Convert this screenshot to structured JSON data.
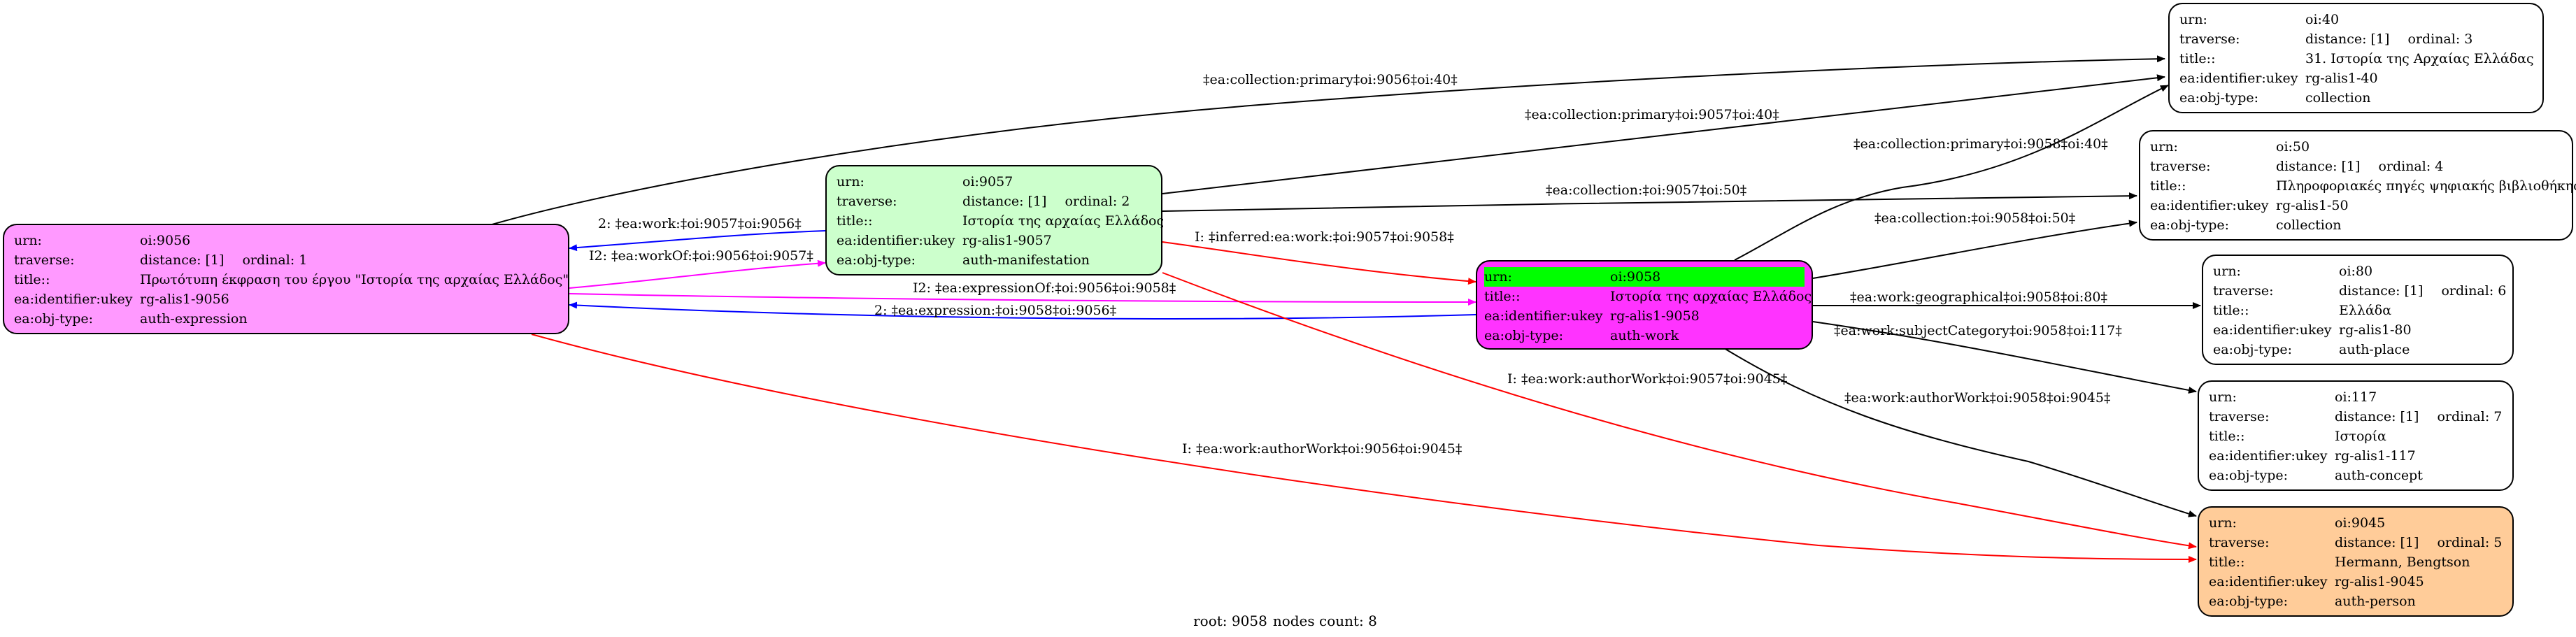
{
  "colors": {
    "blue": "#0000ff",
    "magenta": "#ff00ff",
    "red": "#ff0000",
    "black": "#000000",
    "highlight_green": "#00ff00"
  },
  "keys": {
    "urn": "urn:",
    "traverse": "traverse:",
    "title": "title::",
    "identifier": "ea:identifier:ukey",
    "objtype": "ea:obj-type:"
  },
  "nodes": {
    "n9056": {
      "urn": "oi:9056",
      "distance": "distance: [1]",
      "ordinal": "ordinal: 1",
      "title": "Πρωτότυπη έκφραση του έργου \"Ιστορία της αρχαίας Ελλάδος\"",
      "identifier": "rg-alis1-9056",
      "objtype": "auth-expression",
      "fill": "#ff99ff"
    },
    "n9057": {
      "urn": "oi:9057",
      "distance": "distance: [1]",
      "ordinal": "ordinal: 2",
      "title": "Ιστορία της αρχαίας Ελλάδος",
      "identifier": "rg-alis1-9057",
      "objtype": "auth-manifestation",
      "fill": "#ccffcc"
    },
    "n9058": {
      "urn": "oi:9058",
      "title": "Ιστορία της αρχαίας Ελλάδος",
      "identifier": "rg-alis1-9058",
      "objtype": "auth-work",
      "fill": "#ff33ff"
    },
    "n40": {
      "urn": "oi:40",
      "distance": "distance: [1]",
      "ordinal": "ordinal: 3",
      "title": "31. Ιστορία της Αρχαίας Ελλάδας",
      "identifier": "rg-alis1-40",
      "objtype": "collection",
      "fill": "#ffffff"
    },
    "n50": {
      "urn": "oi:50",
      "distance": "distance: [1]",
      "ordinal": "ordinal: 4",
      "title": "Πληροφοριακές πηγές ψηφιακής βιβλιοθήκης",
      "identifier": "rg-alis1-50",
      "objtype": "collection",
      "fill": "#ffffff"
    },
    "n80": {
      "urn": "oi:80",
      "distance": "distance: [1]",
      "ordinal": "ordinal: 6",
      "title": "Ελλάδα",
      "identifier": "rg-alis1-80",
      "objtype": "auth-place",
      "fill": "#ffffff"
    },
    "n117": {
      "urn": "oi:117",
      "distance": "distance: [1]",
      "ordinal": "ordinal: 7",
      "title": "Ιστορία",
      "identifier": "rg-alis1-117",
      "objtype": "auth-concept",
      "fill": "#ffffff"
    },
    "n9045": {
      "urn": "oi:9045",
      "distance": "distance: [1]",
      "ordinal": "ordinal: 5",
      "title": "Hermann, Bengtson",
      "identifier": "rg-alis1-9045",
      "objtype": "auth-person",
      "fill": "#ffcc99"
    }
  },
  "edges": {
    "e1": "‡ea:collection:primary‡oi:9056‡oi:40‡",
    "e2": "‡ea:collection:primary‡oi:9057‡oi:40‡",
    "e3": "‡ea:collection:primary‡oi:9058‡oi:40‡",
    "e4": "‡ea:collection:‡oi:9057‡oi:50‡",
    "e5": "‡ea:collection:‡oi:9058‡oi:50‡",
    "e6": "2: ‡ea:work:‡oi:9057‡oi:9056‡",
    "e7": "I2: ‡ea:workOf:‡oi:9056‡oi:9057‡",
    "e8": "I: ‡inferred:ea:work:‡oi:9057‡oi:9058‡",
    "e9": "I2: ‡ea:expressionOf:‡oi:9056‡oi:9058‡",
    "e10": "2: ‡ea:expression:‡oi:9058‡oi:9056‡",
    "e11": "‡ea:work:geographical‡oi:9058‡oi:80‡",
    "e12": "‡ea:work:subjectCategory‡oi:9058‡oi:117‡",
    "e13": "‡ea:work:authorWork‡oi:9058‡oi:9045‡",
    "e14": "I: ‡ea:work:authorWork‡oi:9057‡oi:9045‡",
    "e15": "I: ‡ea:work:authorWork‡oi:9056‡oi:9045‡"
  },
  "footer": {
    "root": "root: 9058",
    "count": "nodes count: 8"
  }
}
